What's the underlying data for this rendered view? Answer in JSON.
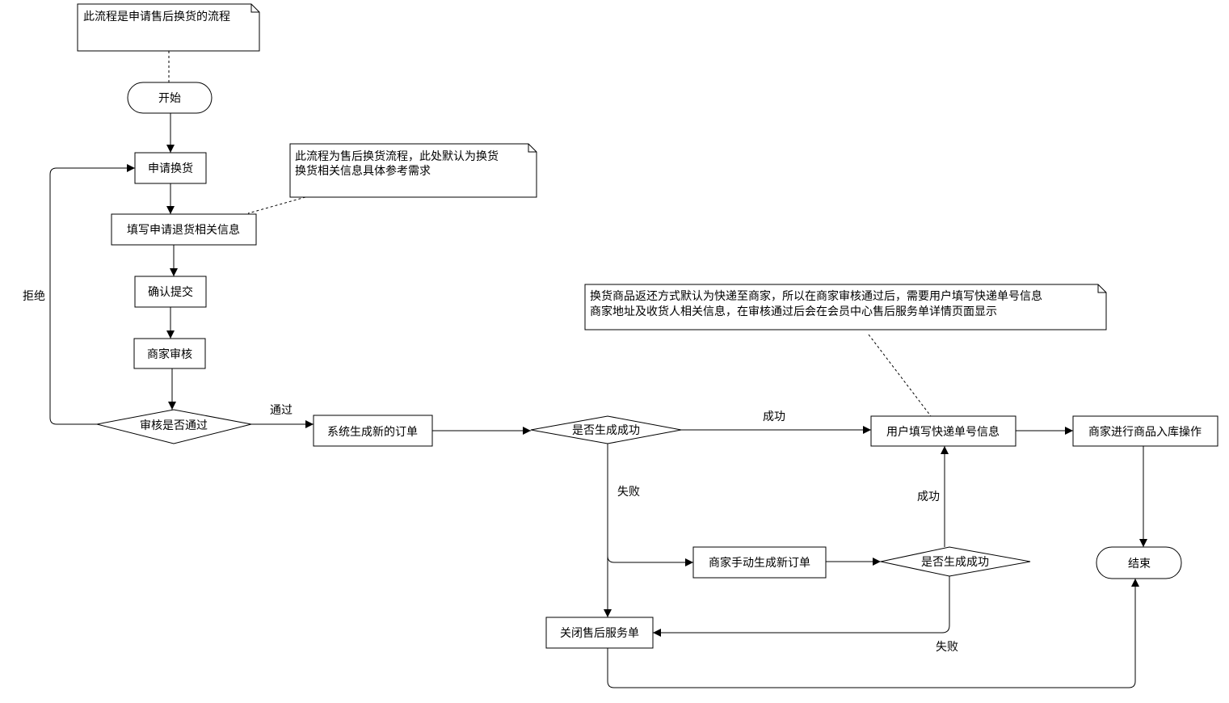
{
  "notes": {
    "top": "此流程是申请售后换货的流程",
    "mid_line1": "此流程为售后换货流程，此处默认为换货",
    "mid_line2": "换货相关信息具体参考需求",
    "right_line1": "换货商品返还方式默认为快递至商家，所以在商家审核通过后，需要用户填写快递单号信息",
    "right_line2": "商家地址及收货人相关信息，在审核通过后会在会员中心售后服务单详情页面显示"
  },
  "nodes": {
    "start": "开始",
    "apply": "申请换货",
    "fill_info": "填写申请退货相关信息",
    "confirm": "确认提交",
    "merchant_review": "商家审核",
    "review_pass": "审核是否通过",
    "system_order": "系统生成新的订单",
    "gen_success_1": "是否生成成功",
    "user_express": "用户填写快递单号信息",
    "merchant_stock": "商家进行商品入库操作",
    "manual_order": "商家手动生成新订单",
    "gen_success_2": "是否生成成功",
    "close_service": "关闭售后服务单",
    "end": "结束"
  },
  "edges": {
    "reject": "拒绝",
    "pass": "通过",
    "success_1": "成功",
    "fail_1": "失败",
    "success_2": "成功",
    "fail_2": "失败"
  }
}
